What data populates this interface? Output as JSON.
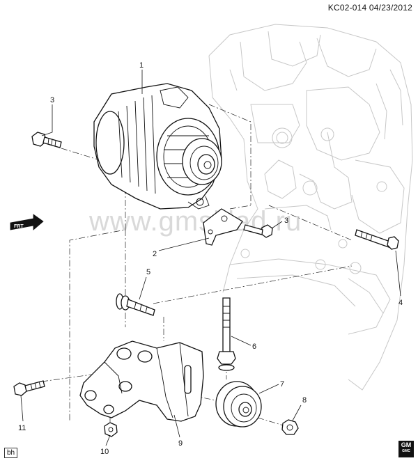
{
  "header": {
    "code": "KC02-014 04/23/2012"
  },
  "watermark": "www.gmsklad.ru",
  "corner_tag": "bh",
  "logo": {
    "text": "GM",
    "sub": "GMC"
  },
  "front_arrow": "FRT",
  "callouts": [
    {
      "id": "c1",
      "label": "1"
    },
    {
      "id": "c2",
      "label": "2"
    },
    {
      "id": "c3a",
      "label": "3"
    },
    {
      "id": "c3b",
      "label": "3"
    },
    {
      "id": "c4",
      "label": "4"
    },
    {
      "id": "c5",
      "label": "5"
    },
    {
      "id": "c6",
      "label": "6"
    },
    {
      "id": "c7",
      "label": "7"
    },
    {
      "id": "c8",
      "label": "8"
    },
    {
      "id": "c9",
      "label": "9"
    },
    {
      "id": "c10",
      "label": "10"
    },
    {
      "id": "c11",
      "label": "11"
    }
  ]
}
